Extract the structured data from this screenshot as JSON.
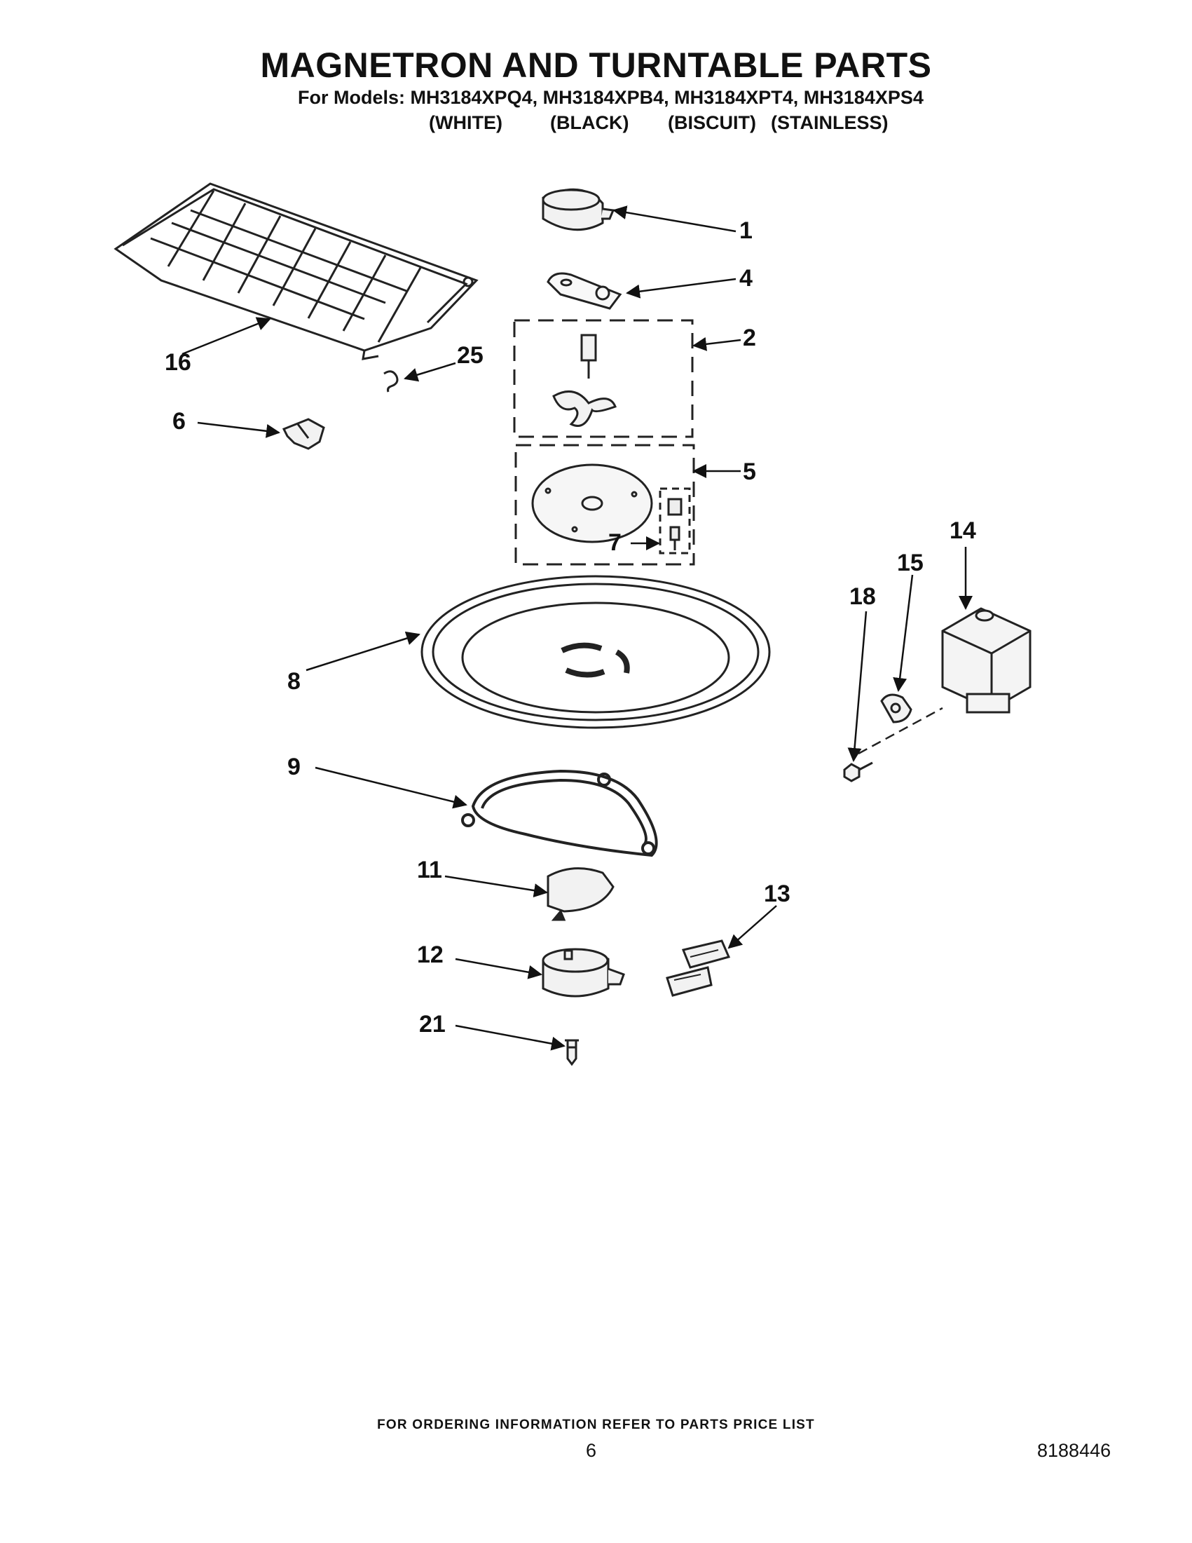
{
  "header": {
    "title": "MAGNETRON AND TURNTABLE PARTS",
    "models_line": "For Models: MH3184XPQ4, MH3184XPB4, MH3184XPT4, MH3184XPS4",
    "finishes": [
      "(WHITE)",
      "(BLACK)",
      "(BISCUIT)",
      "(STAINLESS)"
    ]
  },
  "callouts": {
    "c1": "1",
    "c2": "2",
    "c4": "4",
    "c5": "5",
    "c6": "6",
    "c7": "7",
    "c8": "8",
    "c9": "9",
    "c11": "11",
    "c12": "12",
    "c13": "13",
    "c14": "14",
    "c15": "15",
    "c16": "16",
    "c18": "18",
    "c21": "21",
    "c25": "25"
  },
  "footer": {
    "ordering_info": "FOR ORDERING INFORMATION REFER TO PARTS PRICE LIST",
    "page_number": "6",
    "document_number": "8188446"
  }
}
